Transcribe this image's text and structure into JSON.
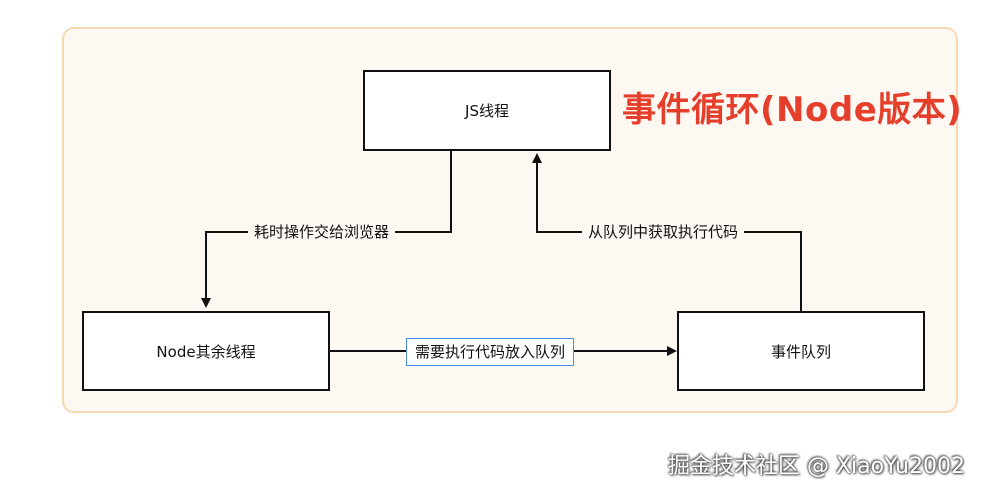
{
  "diagram": {
    "title": "事件循环(Node版本)",
    "nodes": {
      "js_thread": "JS线程",
      "node_other_threads": "Node其余线程",
      "event_queue": "事件队列"
    },
    "edges": {
      "to_browser": "耗时操作交给浏览器",
      "from_queue": "从队列中获取执行代码",
      "to_queue": "需要执行代码放入队列"
    },
    "colors": {
      "title": "#e53f2c",
      "panel_border": "#f6d9b3",
      "label_border": "#4a90e2"
    }
  },
  "watermark": "掘金技术社区 @ XiaoYu2002"
}
